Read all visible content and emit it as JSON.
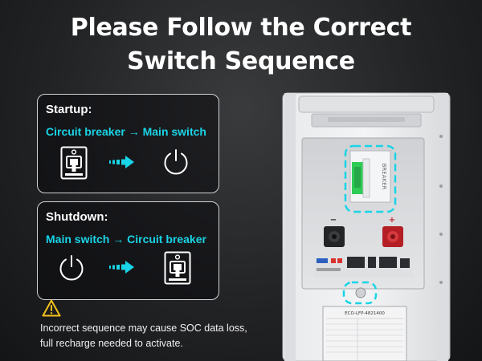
{
  "title": {
    "line1": "Please Follow the Correct",
    "line2": "Switch Sequence"
  },
  "startup": {
    "heading": "Startup:",
    "sequence": "Circuit breaker → Main switch",
    "first_icon": "circuit-breaker-icon",
    "second_icon": "power-icon"
  },
  "shutdown": {
    "heading": "Shutdown:",
    "sequence": "Main switch → Circuit breaker",
    "first_icon": "power-icon",
    "second_icon": "circuit-breaker-icon"
  },
  "warning": {
    "icon": "warning-icon",
    "text": "Incorrect sequence may cause SOC data loss, full recharge needed to activate."
  },
  "device": {
    "breaker_label": "BREAKER",
    "negative_label": "−",
    "positive_label": "+",
    "model_label": "ECO-LFP-4821400"
  },
  "colors": {
    "accent": "#19d4e6",
    "breaker_green": "#2ecc55",
    "positive_red": "#c8262b",
    "warning_yellow": "#f2c01c",
    "background": "#222325"
  }
}
